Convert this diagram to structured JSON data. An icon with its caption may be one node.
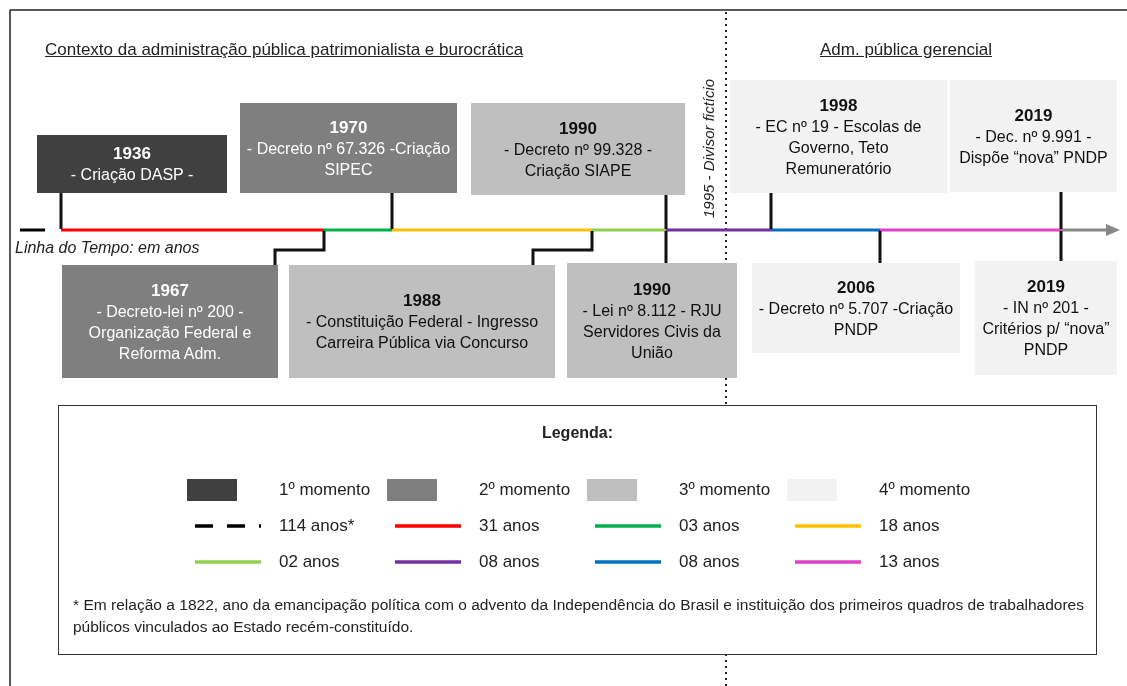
{
  "diagram": {
    "nodes": [
      {
        "text": [
          "1936",
          "- Criação DASP -"
        ]
      },
      {
        "text": [
          "1970",
          "- Decreto nº 67.326 -Criação SIPEC"
        ]
      },
      {
        "text": [
          "1990",
          "- Decreto nº 99.328 -Criação SIAPE"
        ]
      },
      {
        "text": [
          "1998",
          "- EC nº 19 - Escolas de Governo, Teto Remuneratório"
        ]
      },
      {
        "text": [
          "2019",
          "- Dec. nº 9.991 - Dispõe “nova” PNDP"
        ]
      },
      {
        "text": [
          "1967",
          "- Decreto-lei nº 200 -Organização Federal e Reforma Adm."
        ]
      },
      {
        "text": [
          "1988",
          "- Constituição Federal - Ingresso Carreira Pública via Concurso"
        ]
      },
      {
        "text": [
          "1990",
          "- Lei nº 8.112 - RJU Servidores Civis da União"
        ]
      },
      {
        "text": [
          "2006",
          "- Decreto nº 5.707 -Criação PNDP"
        ]
      },
      {
        "text": [
          "2019",
          "- IN nº 201 - Critérios p/ “nova” PNDP"
        ]
      },
      {
        "text": [
          "Legenda:",
          "* Em relação a 1822, ano da emancipação política com o advento da Independência do Brasil e instituição dos primeiros quadros de trabalhadores públicos vinculados ao Estado recém-constituído."
        ]
      }
    ],
    "edges": [
      {
        "from": 0,
        "to": null,
        "arrow": "none"
      },
      {
        "from": 1,
        "to": null,
        "arrow": "none"
      },
      {
        "from": 2,
        "to": null,
        "arrow": "none"
      },
      {
        "from": 3,
        "to": null,
        "arrow": "none"
      },
      {
        "from": 4,
        "to": null,
        "arrow": "none"
      },
      {
        "from": 5,
        "to": null,
        "arrow": "none"
      },
      {
        "from": 6,
        "to": null,
        "arrow": "none"
      },
      {
        "from": 7,
        "to": null,
        "arrow": "none"
      },
      {
        "from": 8,
        "to": null,
        "arrow": "none"
      },
      {
        "from": 9,
        "to": null,
        "arrow": "none"
      }
    ],
    "labels": [
      "Contexto da administração pública patrimonialista e burocrática",
      "1995 - Divisor fictício",
      "Adm. pública gerencial",
      "Linha do Tempo: em anos"
    ],
    "legend": [
      {
        "text": "1º momento",
        "color": "#404040"
      },
      {
        "text": "2º momento",
        "color": "#7f7f7f"
      },
      {
        "text": "3º momento",
        "color": "#bfbfbf"
      },
      {
        "text": "4º momento",
        "color": "#f2f2f2"
      },
      {
        "text": "114 anos*"
      },
      {
        "text": "31 anos",
        "color": "#ff0000"
      },
      {
        "text": "03 anos",
        "color": "#00b050"
      },
      {
        "text": "18 anos",
        "color": "#ffc000"
      },
      {
        "text": "02 anos",
        "color": "#92d050"
      },
      {
        "text": "08 anos",
        "color": "#7030a0"
      },
      {
        "text": "08 anos",
        "color": "#0070c0"
      },
      {
        "text": "13 anos",
        "color": "#e040c8"
      }
    ]
  }
}
